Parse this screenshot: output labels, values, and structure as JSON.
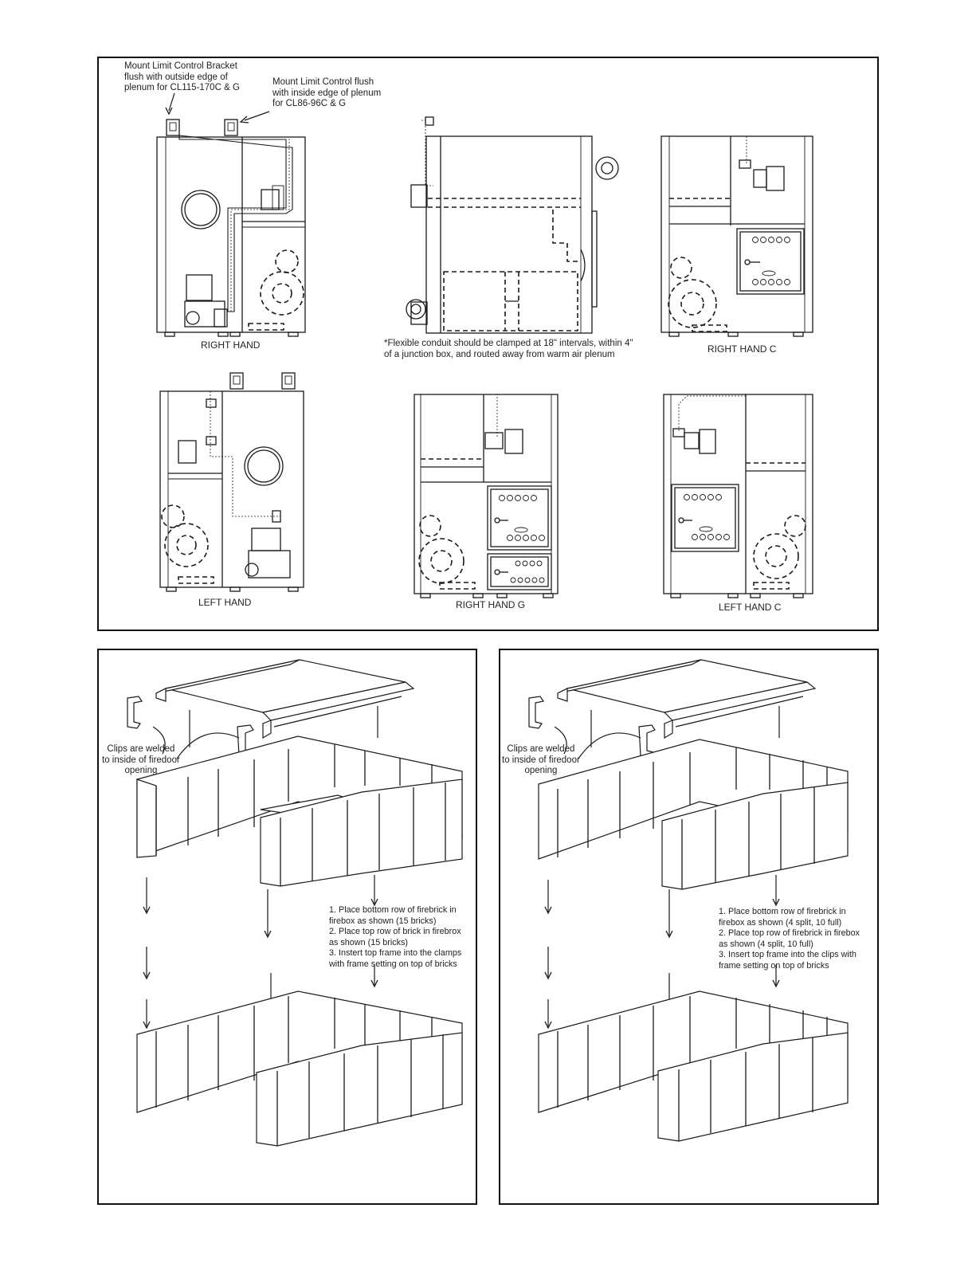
{
  "top_diagram": {
    "notes": {
      "bracket_note": "Mount Limit Control Bracket\nflush with outside edge of\nplenum for CL115-170C & G",
      "control_note": "Mount Limit Control flush\nwith inside edge of plenum\nfor CL86-96C & G",
      "conduit_note": "*Flexible conduit should be clamped at 18\" intervals, within 4\"\nof a junction box, and routed away from warm air plenum"
    },
    "captions": {
      "right_hand": "RIGHT HAND",
      "right_hand_c": "RIGHT HAND C",
      "left_hand": "LEFT HAND",
      "right_hand_g": "RIGHT HAND G",
      "left_hand_c": "LEFT HAND C"
    }
  },
  "firebrick_left": {
    "clip_note": "Clips are welded\nto inside of firedoor\nopening",
    "instructions": "1. Place bottom row of firebrick in\nfirebox as shown (15 bricks)\n2. Place top row of brick in firebrox\nas shown (15 bricks)\n3. Instert top frame into the clamps\nwith frame setting on top of bricks"
  },
  "firebrick_right": {
    "clip_note": "Clips are welded\nto inside of firedoor\nopening",
    "instructions": "1. Place bottom row of firebrick in\nfirebox as shown (4 split, 10 full)\n2. Place top row of firebrick in firebox\nas shown (4 split, 10 full)\n3. Insert top frame into the clips with\nframe setting on top of bricks"
  }
}
